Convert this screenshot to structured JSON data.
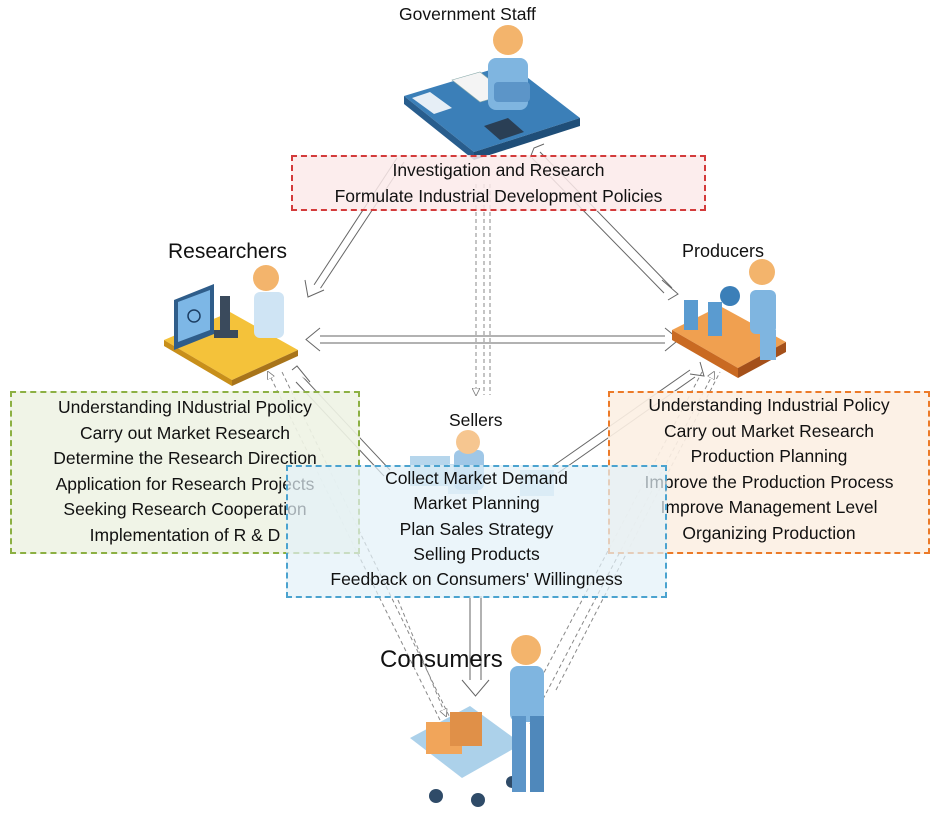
{
  "actors": {
    "government": "Government Staff",
    "researchers": "Researchers",
    "producers": "Producers",
    "sellers": "Sellers",
    "consumers": "Consumers"
  },
  "government_box": {
    "lines": [
      "Investigation and Research",
      "Formulate Industrial Development Policies"
    ],
    "border_color": "#d33b3b",
    "fill_color": "#fbeaea"
  },
  "researchers_box": {
    "lines": [
      "Understanding INdustrial Ppolicy",
      "Carry out Market Research",
      "Determine the Research Direction",
      "Application for Research Projects",
      "Seeking Research Cooperation",
      "Implementation of R & D"
    ],
    "border_color": "#8cb043",
    "fill_color": "#eef3e4"
  },
  "producers_box": {
    "lines": [
      "Understanding Industrial Policy",
      "Carry out Market Research",
      "Production Planning",
      "Improve the Production Process",
      "Improve Management Level",
      "Organizing Production"
    ],
    "border_color": "#ec7a28",
    "fill_color": "#fcefe3"
  },
  "sellers_box": {
    "lines": [
      "Collect Market Demand",
      "Market Planning",
      "Plan Sales Strategy",
      "Selling Products",
      "Feedback on Consumers' Willingness"
    ],
    "border_color": "#4ba3cf",
    "fill_color": "#e3f1f8"
  }
}
